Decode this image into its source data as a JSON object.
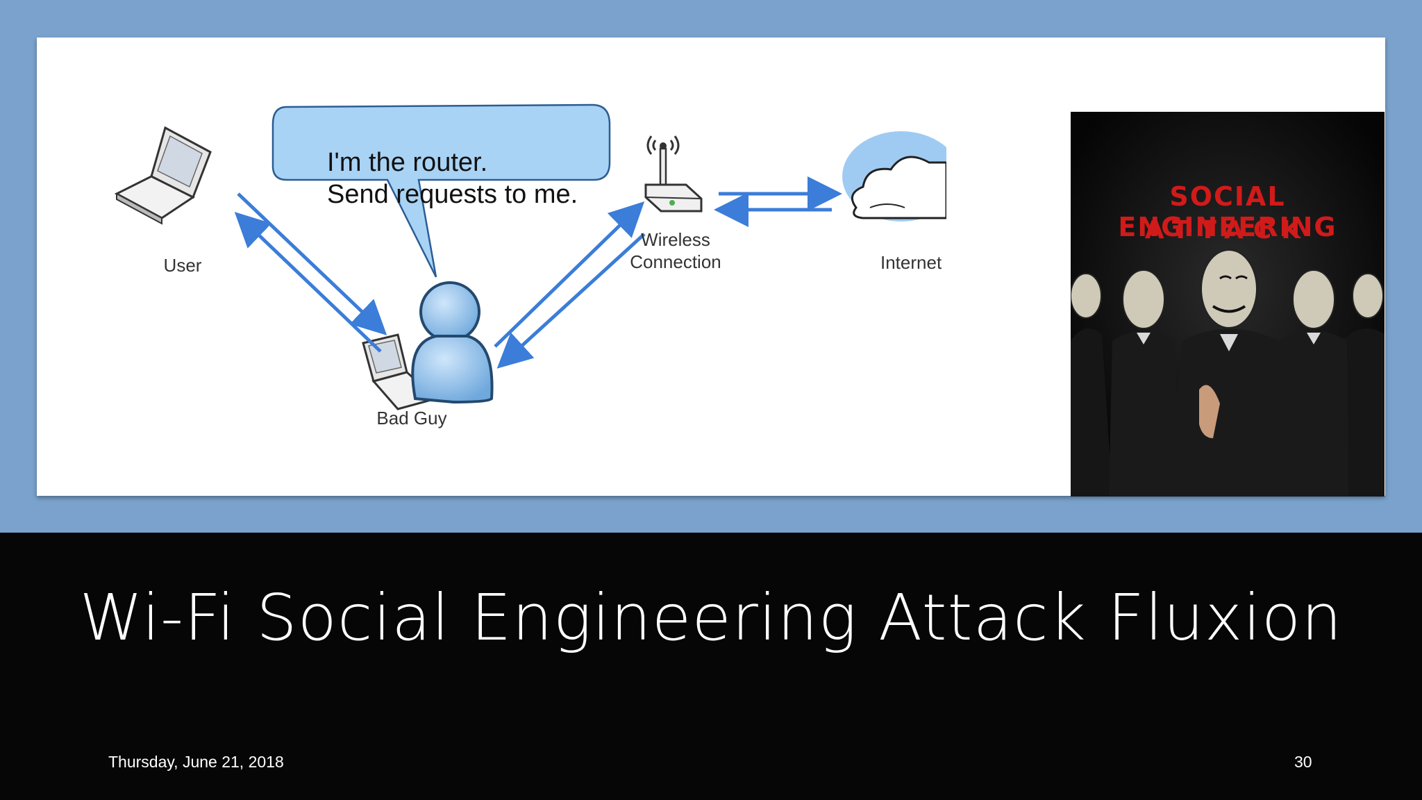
{
  "diagram": {
    "bubble_line1": "I'm the router.",
    "bubble_line2": "Send requests to me.",
    "user_label": "User",
    "badguy_label": "Bad Guy",
    "wireless_label_1": "Wireless",
    "wireless_label_2": "Connection",
    "internet_label": "Internet"
  },
  "poster": {
    "line1": "SOCIAL ENGINEERING",
    "line2": "ATTACK"
  },
  "slide": {
    "title": "Wi-Fi Social Engineering Attack Fluxion",
    "date": "Thursday, June 21, 2018",
    "page_number": "30"
  },
  "colors": {
    "top_band": "#7aa2cc",
    "bottom_band": "#060607",
    "arrow": "#3b7dd8",
    "bubble_fill": "#a9d3f5",
    "poster_text": "#d11a1a"
  }
}
